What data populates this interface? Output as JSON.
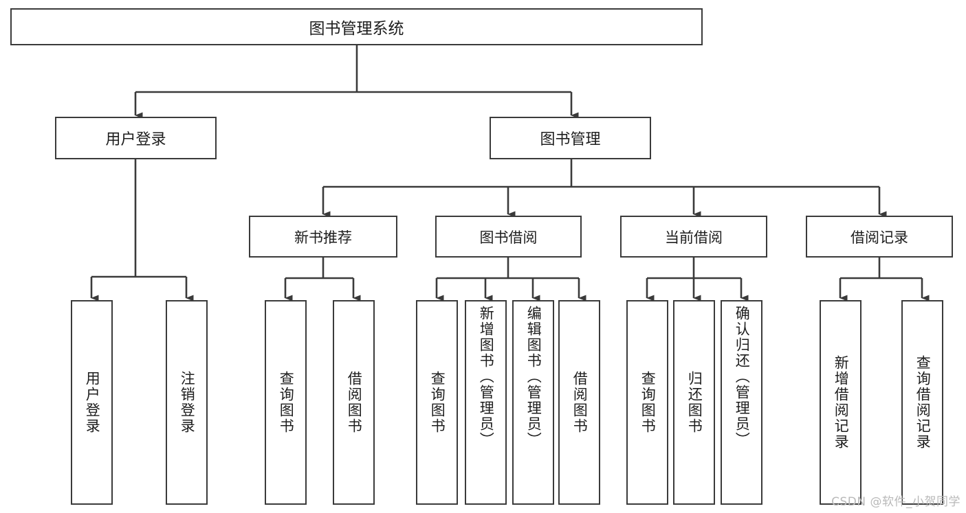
{
  "diagram": {
    "title": "图书管理系统",
    "type": "tree-hierarchy-chart",
    "root": {
      "label": "图书管理系统"
    },
    "level1": [
      {
        "label": "用户登录"
      },
      {
        "label": "图书管理"
      }
    ],
    "level2": [
      {
        "label": "新书推荐"
      },
      {
        "label": "图书借阅"
      },
      {
        "label": "当前借阅"
      },
      {
        "label": "借阅记录"
      }
    ],
    "leaves": {
      "user_login": [
        {
          "label": "用户登录"
        },
        {
          "label": "注销登录"
        }
      ],
      "new_book_recommend": [
        {
          "label": "查询图书"
        },
        {
          "label": "借阅图书"
        }
      ],
      "book_borrow": [
        {
          "label": "查询图书"
        },
        {
          "label": "新增图书（管理员）"
        },
        {
          "label": "编辑图书（管理员）"
        },
        {
          "label": "借阅图书"
        }
      ],
      "current_borrow": [
        {
          "label": "查询图书"
        },
        {
          "label": "归还图书"
        },
        {
          "label": "确认归还（管理员）"
        }
      ],
      "borrow_record": [
        {
          "label": "新增借阅记录"
        },
        {
          "label": "查询借阅记录"
        }
      ]
    }
  },
  "watermark": {
    "text": "CSDN @软件_小贺同学"
  },
  "colors": {
    "stroke": "#3a3a3a",
    "text": "#1d1d1d",
    "background": "#ffffff",
    "watermark": "#b9b9b9"
  }
}
